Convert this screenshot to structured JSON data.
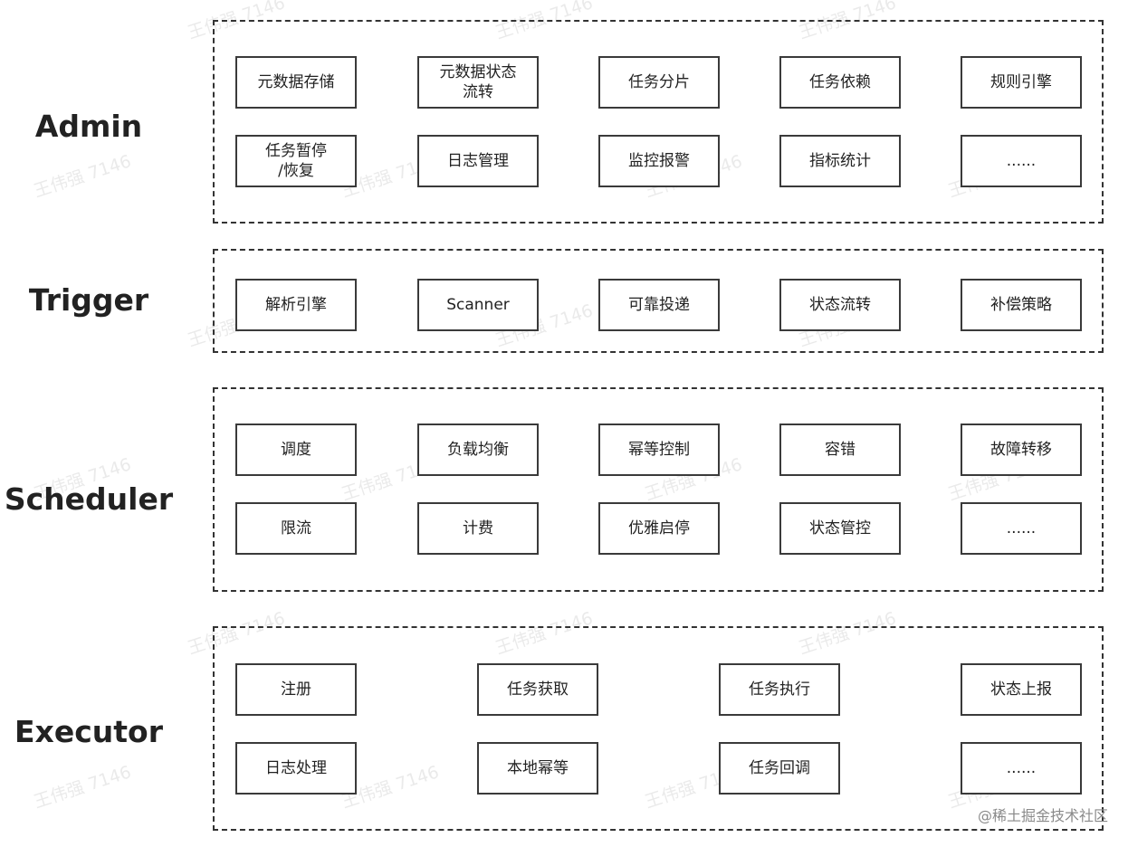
{
  "layers": {
    "admin": {
      "label": "Admin",
      "row1": [
        "元数据存储",
        "元数据状态\n流转",
        "任务分片",
        "任务依赖",
        "规则引擎"
      ],
      "row2": [
        "任务暂停\n/恢复",
        "日志管理",
        "监控报警",
        "指标统计",
        "......"
      ]
    },
    "trigger": {
      "label": "Trigger",
      "row1": [
        "解析引擎",
        "Scanner",
        "可靠投递",
        "状态流转",
        "补偿策略"
      ]
    },
    "scheduler": {
      "label": "Scheduler",
      "row1": [
        "调度",
        "负载均衡",
        "幂等控制",
        "容错",
        "故障转移"
      ],
      "row2": [
        "限流",
        "计费",
        "优雅启停",
        "状态管控",
        "......"
      ]
    },
    "executor": {
      "label": "Executor",
      "row1": [
        "注册",
        "任务获取",
        "任务执行",
        "状态上报"
      ],
      "row2": [
        "日志处理",
        "本地幂等",
        "任务回调",
        "......"
      ]
    }
  },
  "watermark": "王伟强 7146",
  "credit": "@稀土掘金技术社区"
}
